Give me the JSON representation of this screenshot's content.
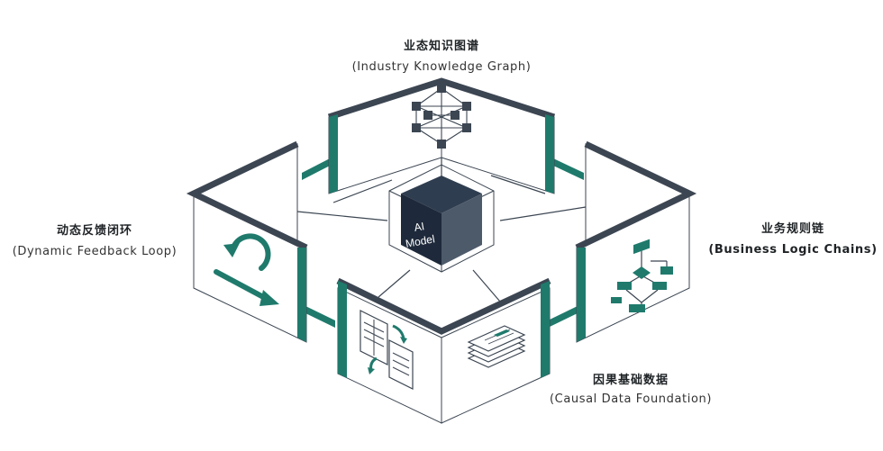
{
  "diagram": {
    "center": {
      "line1": "AI",
      "line2": "Model"
    },
    "modules": {
      "top": {
        "title_zh": "业态知识图谱",
        "title_en": "(Industry Knowledge Graph)",
        "icon": "knowledge-graph-icon"
      },
      "right": {
        "title_zh": "业务规则链",
        "title_en": "(Business Logic Chains)",
        "icon": "flowchart-icon"
      },
      "bottom": {
        "title_zh": "因果基础数据",
        "title_en": "(Causal Data Foundation)",
        "icon": "data-stack-icon"
      },
      "left": {
        "title_zh": "动态反馈闭环",
        "title_en": "(Dynamic Feedback Loop)",
        "icon": "cycle-arrows-icon"
      }
    },
    "colors": {
      "frame_dark": "#3c4652",
      "accent_teal": "#1f7a6c",
      "panel_fill": "#ffffff",
      "cube_dark": "#1e2a3b",
      "cube_side": "#4d5a6a"
    }
  }
}
